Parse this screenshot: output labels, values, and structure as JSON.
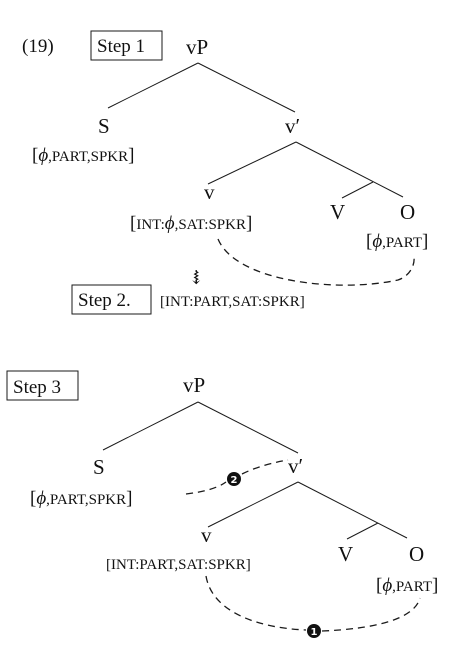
{
  "example_number": "(19)",
  "step1": {
    "label": "Step 1",
    "root": "vP",
    "specifier": "S",
    "specifier_features": {
      "phi": "ϕ",
      "rest": ",PART,SPKR"
    },
    "vbar": "v′",
    "v_head": "v",
    "v_features": {
      "int": "INT:",
      "phi": "ϕ",
      "rest": ",SAT:SPKR"
    },
    "verb": "V",
    "object": "O",
    "object_features": {
      "phi": "ϕ",
      "rest": ",PART"
    }
  },
  "step2": {
    "label": "Step 2.",
    "arrow": "⇝",
    "v_features": "[INT:PART,SAT:SPKR]"
  },
  "step3": {
    "label": "Step 3",
    "root": "vP",
    "specifier": "S",
    "specifier_features": {
      "phi": "ϕ",
      "rest": ",PART,SPKR"
    },
    "vbar": "v′",
    "v_head": "v",
    "v_features": "[INT:PART,SAT:SPKR]",
    "verb": "V",
    "object": "O",
    "object_features": {
      "phi": "ϕ",
      "rest": ",PART"
    },
    "markers": [
      "1",
      "2"
    ]
  }
}
